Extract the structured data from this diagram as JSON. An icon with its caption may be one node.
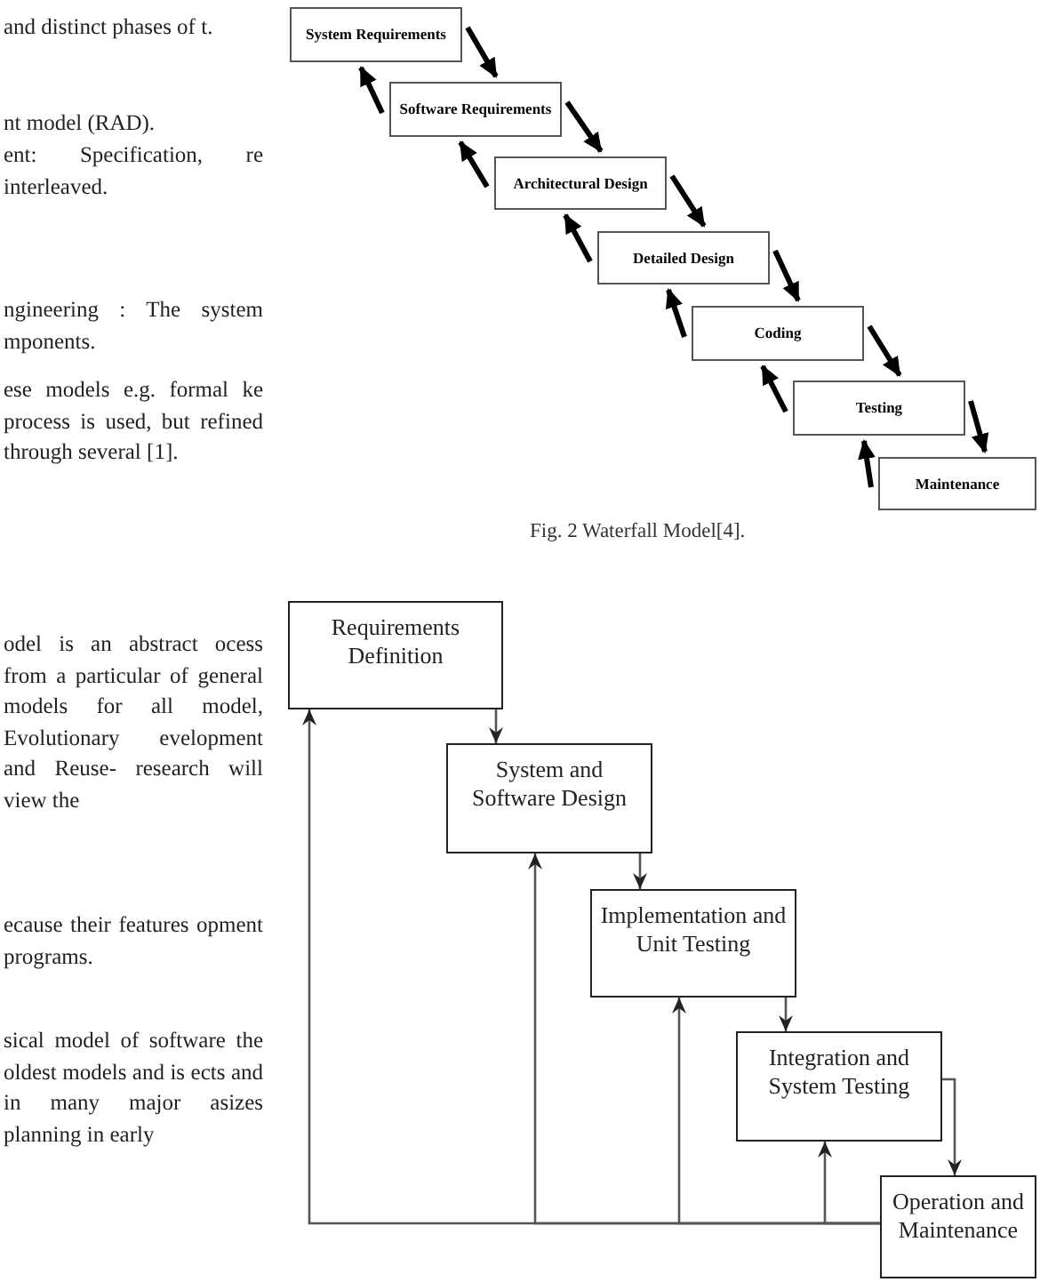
{
  "diagram": {
    "nodes": [
      {
        "text": [
          "System Requirements"
        ]
      },
      {
        "text": [
          "Software Requirements"
        ]
      },
      {
        "text": [
          "Architectural Design"
        ]
      },
      {
        "text": [
          "Detailed Design"
        ]
      },
      {
        "text": [
          "Coding"
        ]
      },
      {
        "text": [
          "Testing"
        ]
      },
      {
        "text": [
          "Maintenance"
        ]
      },
      {
        "text": [
          "Requirements Definition"
        ]
      },
      {
        "text": [
          "System and Software Design"
        ]
      },
      {
        "text": [
          "Implementation and Unit Testing"
        ]
      },
      {
        "text": [
          "Integration and System Testing"
        ]
      },
      {
        "text": [
          "Operation and Maintenance"
        ]
      }
    ],
    "edges": [
      {
        "from": 0,
        "to": 1,
        "arrow": "to"
      },
      {
        "from": 1,
        "to": 0,
        "arrow": "to"
      },
      {
        "from": 1,
        "to": 2,
        "arrow": "to"
      },
      {
        "from": 2,
        "to": 1,
        "arrow": "to"
      },
      {
        "from": 2,
        "to": 3,
        "arrow": "to"
      },
      {
        "from": 3,
        "to": 2,
        "arrow": "to"
      },
      {
        "from": 3,
        "to": 4,
        "arrow": "to"
      },
      {
        "from": 4,
        "to": 3,
        "arrow": "to"
      },
      {
        "from": 4,
        "to": 5,
        "arrow": "to"
      },
      {
        "from": 5,
        "to": 4,
        "arrow": "to"
      },
      {
        "from": 5,
        "to": 6,
        "arrow": "to"
      },
      {
        "from": 6,
        "to": 5,
        "arrow": "to"
      },
      {
        "from": 7,
        "to": 8,
        "arrow": "to"
      },
      {
        "from": 8,
        "to": 9,
        "arrow": "to"
      },
      {
        "from": 9,
        "to": 10,
        "arrow": "to"
      },
      {
        "from": 10,
        "to": 11,
        "arrow": "to"
      },
      {
        "from": 11,
        "to": 7,
        "arrow": "to"
      },
      {
        "from": 11,
        "to": 8,
        "arrow": "to"
      },
      {
        "from": 11,
        "to": 9,
        "arrow": "to"
      },
      {
        "from": 11,
        "to": 10,
        "arrow": "to"
      }
    ],
    "labels": [
      "and distinct phases of t.",
      "nt model (RAD).",
      "ent: Specification, re interleaved.",
      "ngineering : The system mponents.",
      "ese models e.g. formal ke process is used, but refined through several [1].",
      "odel is an abstract ocess from a particular of general models for all model, Evolutionary evelopment and Reuse- research will view the",
      "ecause their features opment programs.",
      "sical model of software the oldest models and is ects and in many major asizes planning in early",
      "Fig. 2 Waterfall Model[4]."
    ]
  }
}
